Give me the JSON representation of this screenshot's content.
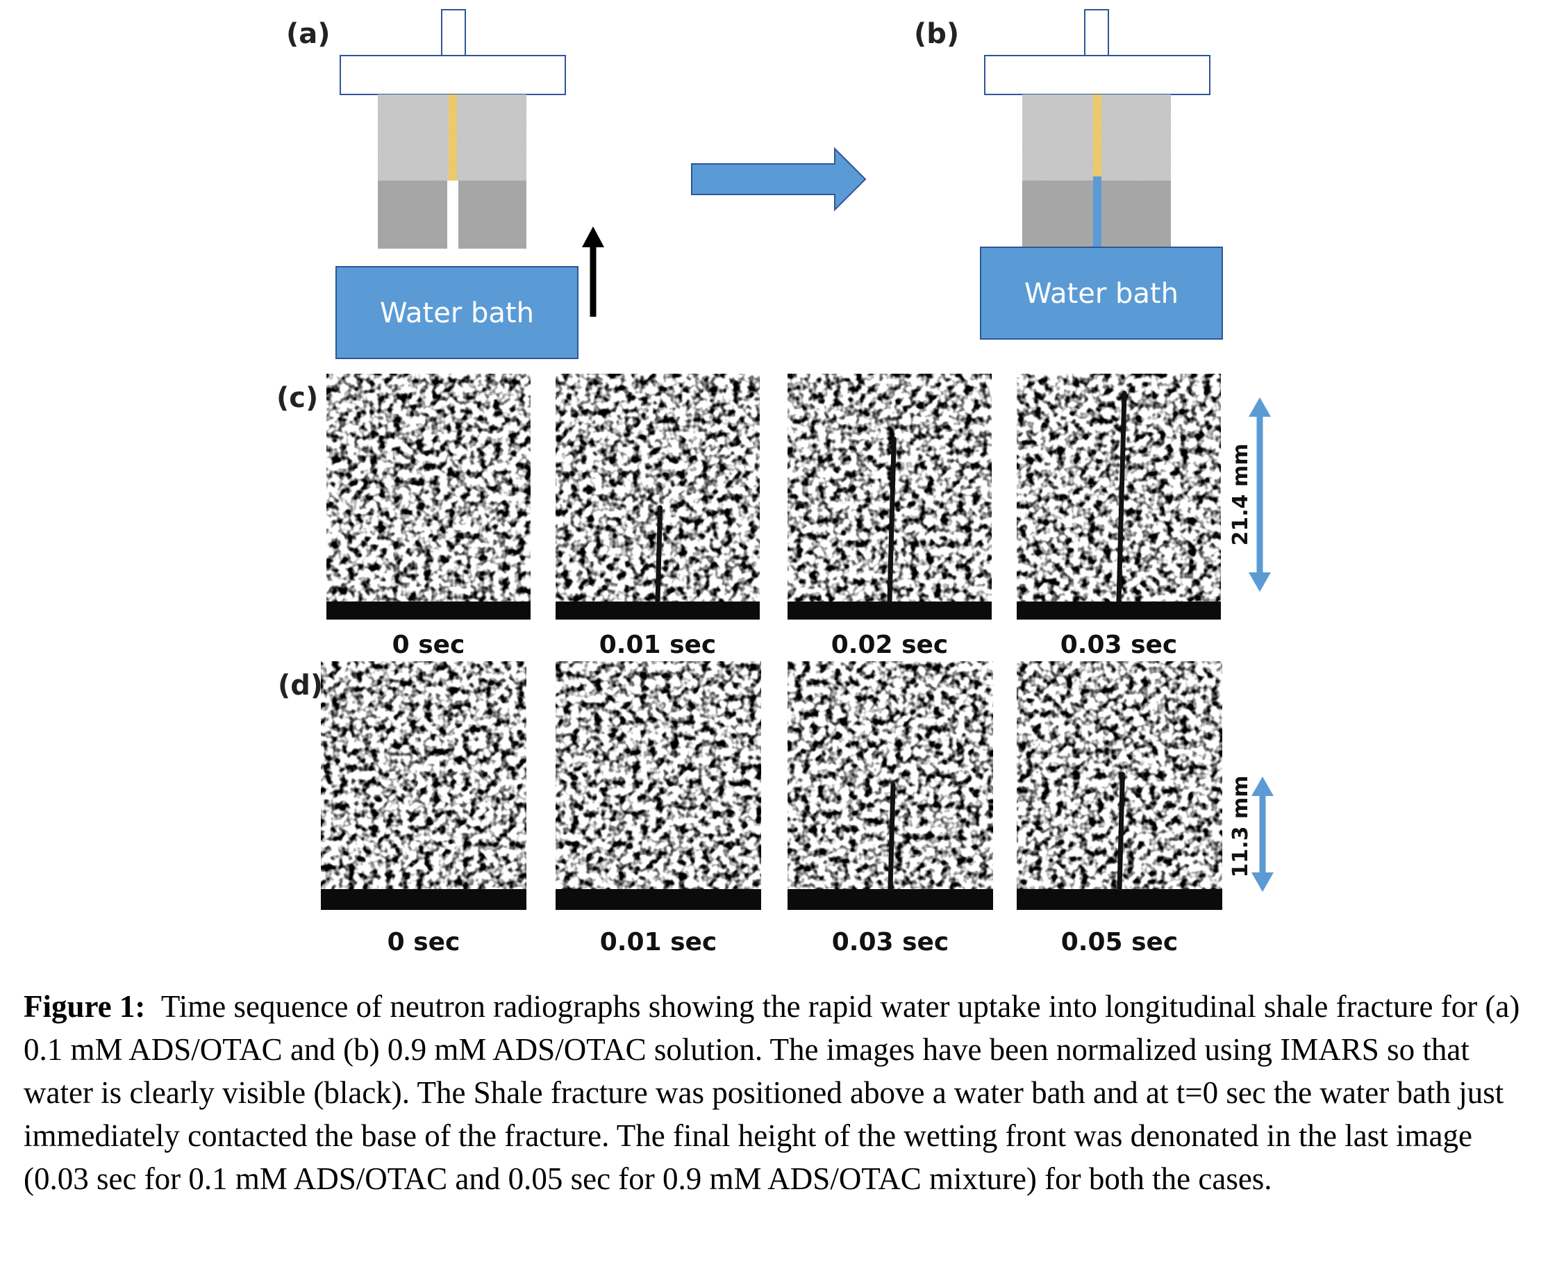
{
  "diagram": {
    "panel_a_label": "(a)",
    "panel_b_label": "(b)",
    "panel_c_label": "(c)",
    "panel_d_label": "(d)",
    "water_bath_label": "Water bath",
    "colors": {
      "water": "#5b9bd5",
      "shale_upper": "#cfcfcf",
      "shale_lower": "#a6a6a6",
      "fracture": "#ecc96a",
      "outline": "#2f5597"
    }
  },
  "radiographs": {
    "row_c": {
      "times": [
        "0 sec",
        "0.01 sec",
        "0.02 sec",
        "0.03 sec"
      ],
      "wetting_front_fraction": [
        0,
        0.45,
        0.78,
        1.0
      ],
      "scale_label": "21.4 mm"
    },
    "row_d": {
      "times": [
        "0 sec",
        "0.01 sec",
        "0.03 sec",
        "0.05 sec"
      ],
      "wetting_front_fraction": [
        0,
        0,
        0.5,
        0.55
      ],
      "scale_label": "11.3 mm"
    }
  },
  "caption": {
    "label": "Figure 1:",
    "text": "Time sequence of neutron radiographs showing the rapid water uptake into longitudinal shale fracture for (a) 0.1 mM ADS/OTAC and (b) 0.9 mM ADS/OTAC solution. The images have been normalized using IMARS so that water is clearly visible (black). The Shale fracture was positioned above a water bath and at t=0 sec the water bath just immediately contacted the base of the fracture.  The final height of the wetting front was denonated in the last image (0.03 sec for 0.1 mM ADS/OTAC and 0.05 sec for 0.9 mM ADS/OTAC mixture) for both the cases."
  }
}
